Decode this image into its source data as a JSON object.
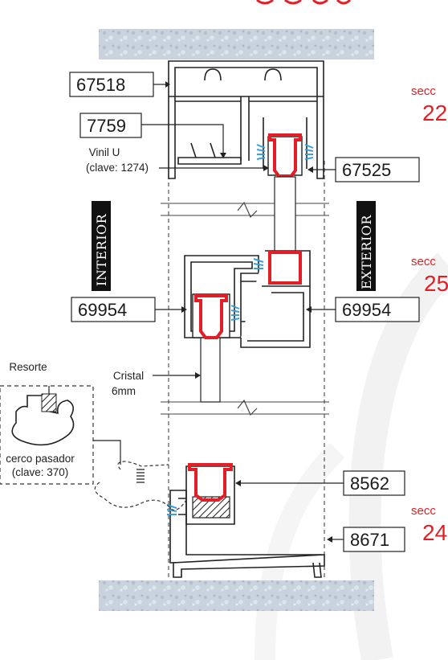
{
  "header": {
    "top_text": ""
  },
  "sides": {
    "interior": "INTERIOR",
    "exterior": "EXTERIOR"
  },
  "codes": {
    "c67518": "67518",
    "c7759": "7759",
    "c67525": "67525",
    "c69954_left": "69954",
    "c69954_right": "69954",
    "c8562": "8562",
    "c8671": "8671"
  },
  "labels": {
    "vinil_line1": "Vinil U",
    "vinil_line2": "(clave: 1274)",
    "cristal_line1": "Cristal",
    "cristal_line2": "6mm",
    "resorte": "Resorte",
    "cerco_line1": "cerco pasador",
    "cerco_line2": "(clave: 370)"
  },
  "sections": [
    {
      "word": "secc",
      "number": "22"
    },
    {
      "word": "secc",
      "number": "25"
    },
    {
      "word": "secc",
      "number": "24"
    }
  ],
  "colors": {
    "wall": "#c9d3dd",
    "seal_red": "#e21f26",
    "brush_blue": "#3aa0d8",
    "accent_text": "#e21f26",
    "side_label_bg": "#111111"
  }
}
